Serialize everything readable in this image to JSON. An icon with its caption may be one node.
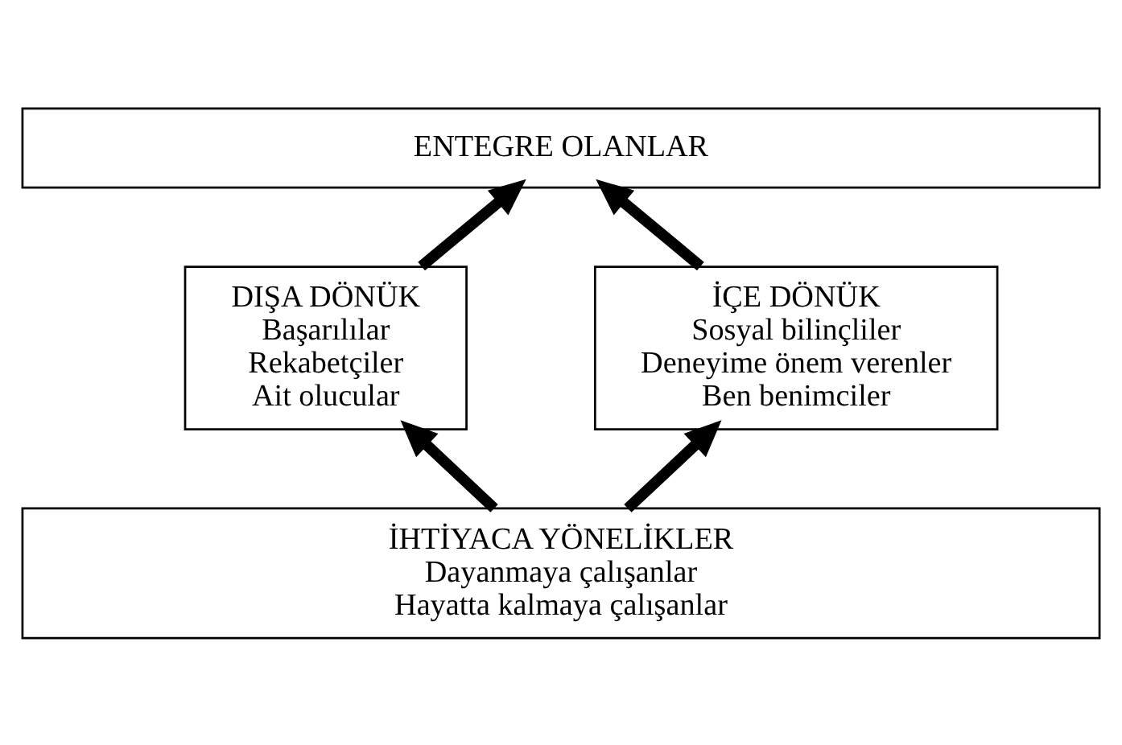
{
  "diagram": {
    "nodes": [
      {
        "text": [
          "ENTEGRE OLANLAR"
        ]
      },
      {
        "text": [
          "DIŞA DÖNÜK",
          "Başarılılar",
          "Rekabetçiler",
          "Ait olucular"
        ]
      },
      {
        "text": [
          "İÇE DÖNÜK",
          "Sosyal bilinçliler",
          "Deneyime önem verenler",
          "Ben benimciler"
        ]
      },
      {
        "text": [
          "İHTİYACA YÖNELİKLER",
          "Dayanmaya çalışanlar",
          "Hayatta kalmaya çalışanlar"
        ]
      }
    ],
    "edges": [
      {
        "from": 3,
        "to": 1,
        "arrow": "to"
      },
      {
        "from": 3,
        "to": 2,
        "arrow": "to"
      },
      {
        "from": 1,
        "to": 0,
        "arrow": "to"
      },
      {
        "from": 2,
        "to": 0,
        "arrow": "to"
      }
    ]
  }
}
